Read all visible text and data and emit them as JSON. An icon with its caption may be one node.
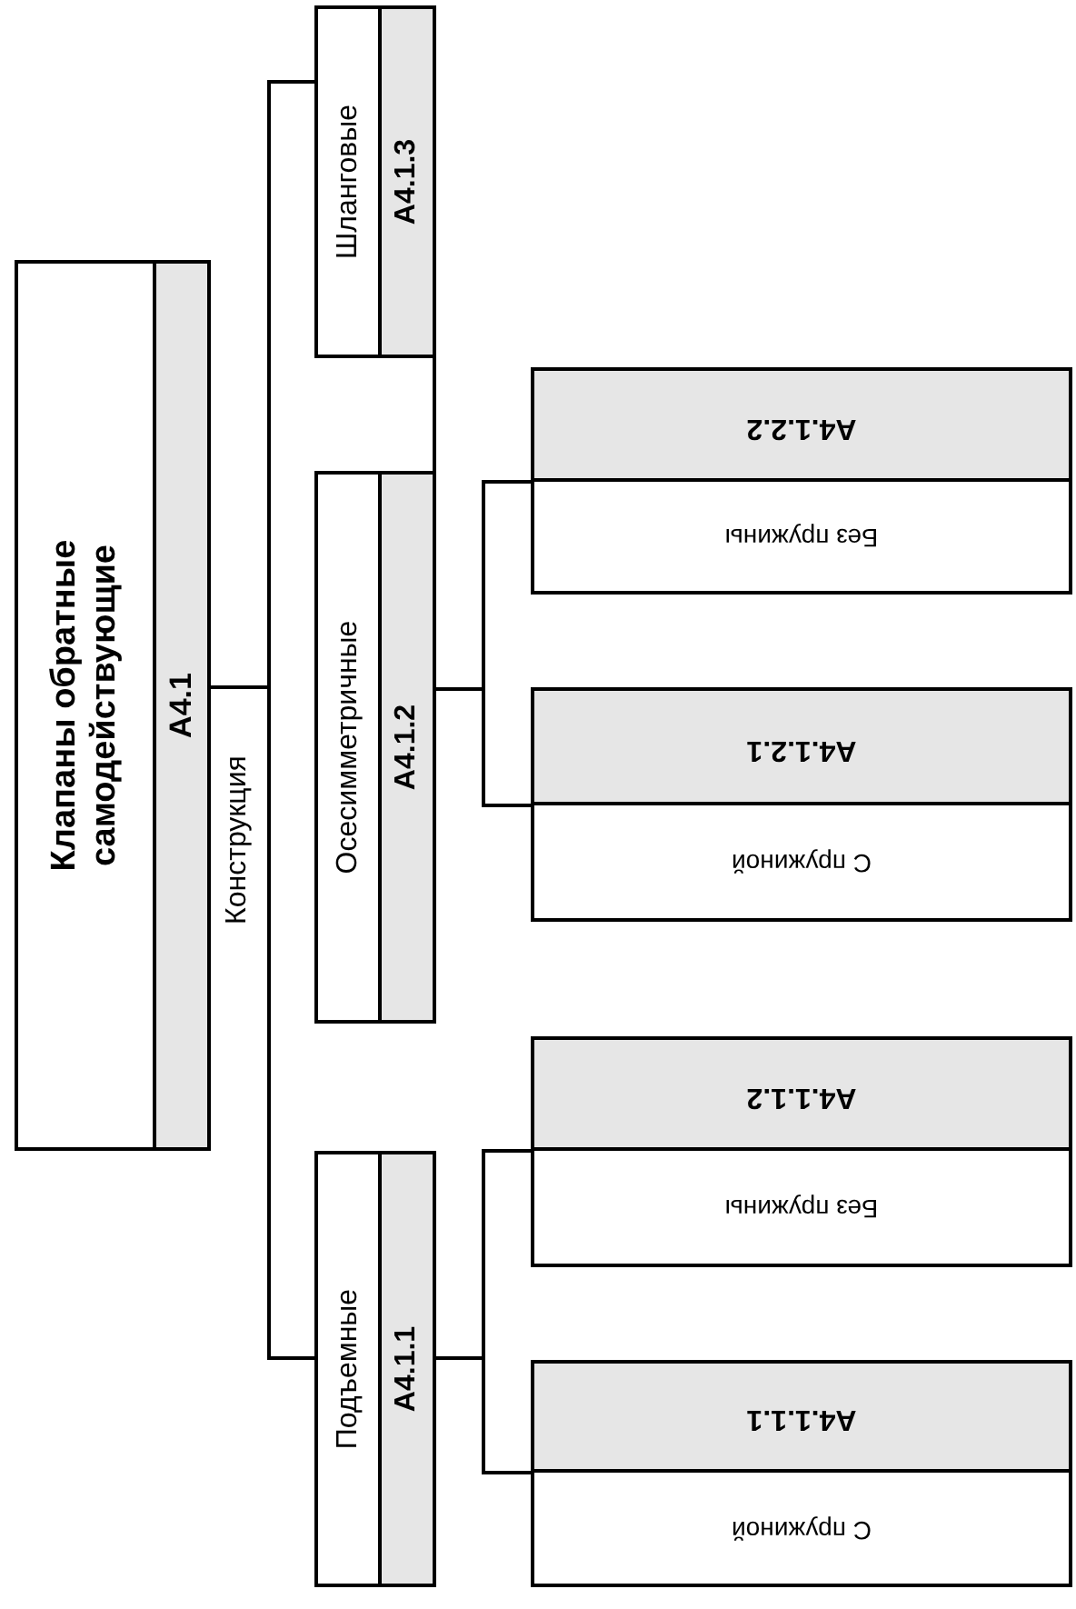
{
  "diagram": {
    "nodes": [
      {
        "text": [
          "Клапаны обратные самодействующие",
          "A4.1"
        ]
      },
      {
        "text": [
          "Подъемные",
          "A4.1.1"
        ]
      },
      {
        "text": [
          "С пружиной",
          "A4.1.1.1"
        ]
      },
      {
        "text": [
          "Без пружины",
          "A4.1.1.2"
        ]
      },
      {
        "text": [
          "Осесимметричные",
          "A4.1.2"
        ]
      },
      {
        "text": [
          "С пружиной",
          "A4.1.2.1"
        ]
      },
      {
        "text": [
          "Без пружины",
          "A4.1.2.2"
        ]
      },
      {
        "text": [
          "Шланговые",
          "A4.1.3"
        ]
      }
    ],
    "edges": [
      {
        "from": 0,
        "to": 1,
        "arrow": "none"
      },
      {
        "from": 0,
        "to": 7,
        "arrow": "none"
      },
      {
        "from": 1,
        "to": 2,
        "arrow": "none"
      },
      {
        "from": 1,
        "to": 3,
        "arrow": "none"
      },
      {
        "from": 4,
        "to": 5,
        "arrow": "none"
      },
      {
        "from": 4,
        "to": 6,
        "arrow": "none"
      },
      {
        "from": 7,
        "to": 4,
        "arrow": "none"
      }
    ],
    "labels": [
      "Конструкция"
    ]
  }
}
